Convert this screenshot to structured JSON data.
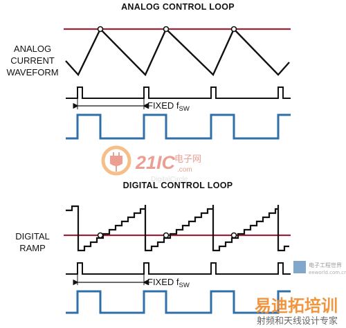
{
  "analog": {
    "title": "ANALOG CONTROL LOOP",
    "waveform_label": [
      "ANALOG",
      "CURRENT",
      "WAVEFORM"
    ],
    "fixed_label": "FIXED f",
    "fixed_sub": "SW"
  },
  "digital": {
    "title": "DIGITAL CONTROL LOOP",
    "ramp_label": [
      "DIGITAL",
      "RAMP"
    ],
    "fixed_label": "FIXED f",
    "fixed_sub": "SW"
  },
  "watermarks": {
    "center_logo": "21IC",
    "center_cn": "电子网",
    "center_url": ".com",
    "center_faint": "DigitalCircle",
    "right_cn": "电子工程世界",
    "right_url": "eeworld.com.cn",
    "corner_cn_big": "易迪拓培训",
    "corner_cn_small": "射频和天线设计专家"
  },
  "colors": {
    "threshold": "#9b2335",
    "pulse": "#2f6fa8",
    "trace": "#111111",
    "watermark_red": "#e0503a",
    "watermark_orange": "#f08a2a"
  }
}
